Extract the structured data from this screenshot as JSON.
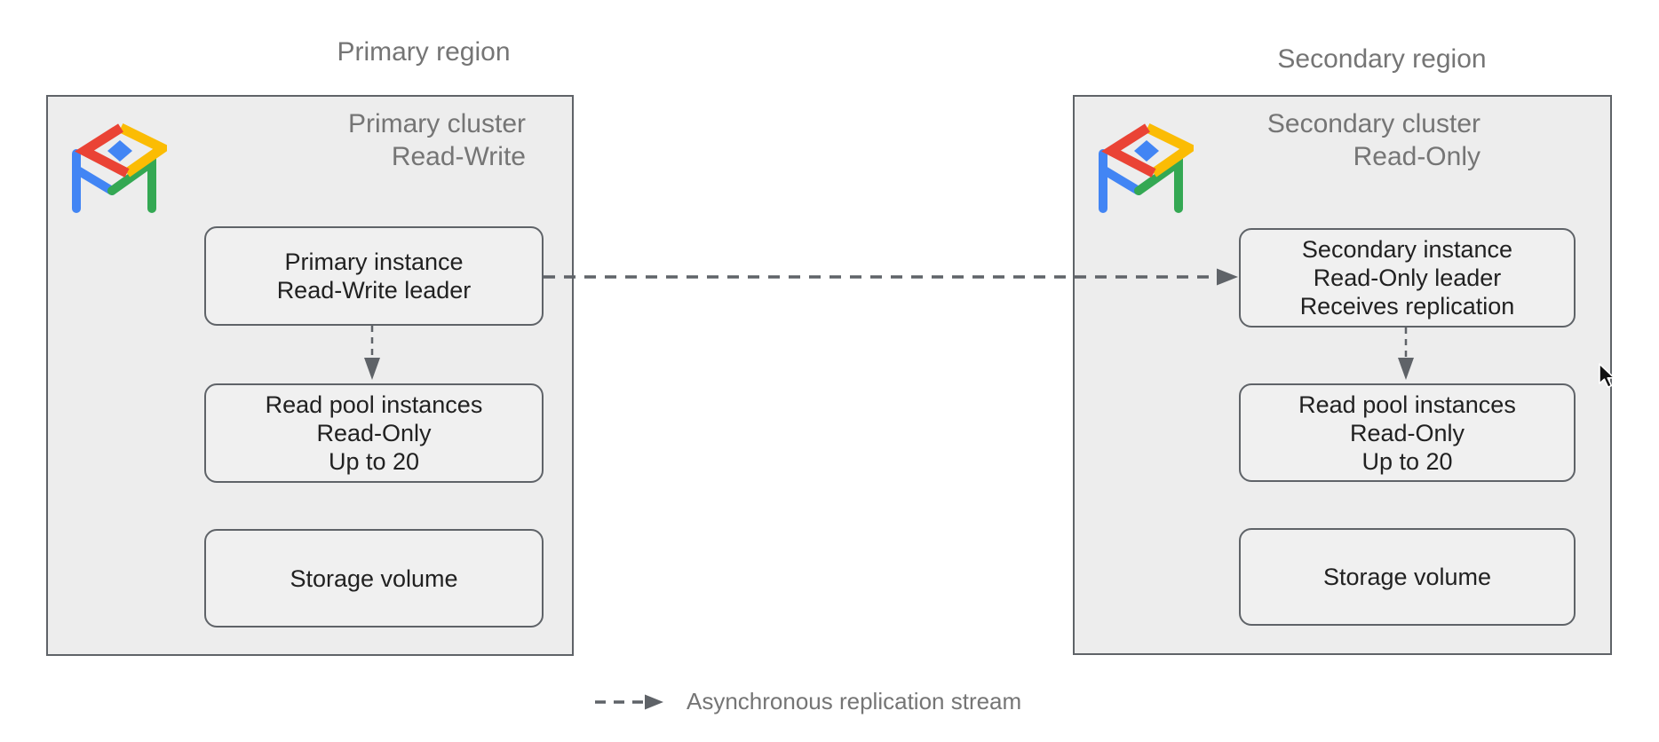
{
  "diagram": {
    "primary": {
      "region_label": "Primary region",
      "cluster_title": {
        "line1": "Primary cluster",
        "line2": "Read-Write"
      },
      "instance_box": {
        "line1": "Primary instance",
        "line2": "Read-Write leader"
      },
      "read_pool_box": {
        "line1": "Read pool instances",
        "line2": "Read-Only",
        "line3": "Up to 20"
      },
      "storage_box": {
        "label": "Storage volume"
      }
    },
    "secondary": {
      "region_label": "Secondary region",
      "cluster_title": {
        "line1": "Secondary cluster",
        "line2": "Read-Only"
      },
      "instance_box": {
        "line1": "Secondary instance",
        "line2": "Read-Only leader",
        "line3": "Receives replication"
      },
      "read_pool_box": {
        "line1": "Read pool instances",
        "line2": "Read-Only",
        "line3": "Up to 20"
      },
      "storage_box": {
        "label": "Storage volume"
      }
    },
    "legend": {
      "label": "Asynchronous replication stream"
    },
    "icons": {
      "cluster_logo": "alloydb-logo",
      "cursor": "mouse-pointer-icon",
      "arrow": "dashed-replication-arrow"
    },
    "colors": {
      "background": "#ffffff",
      "cluster_fill": "#ededed",
      "node_fill": "#f0f0f0",
      "border_gray": "#5f6368",
      "text_dark": "#212121",
      "text_gray": "#757575",
      "logo_blue": "#4285f4",
      "logo_red": "#ea4335",
      "logo_yellow": "#fbbc04",
      "logo_green": "#34a853"
    }
  }
}
